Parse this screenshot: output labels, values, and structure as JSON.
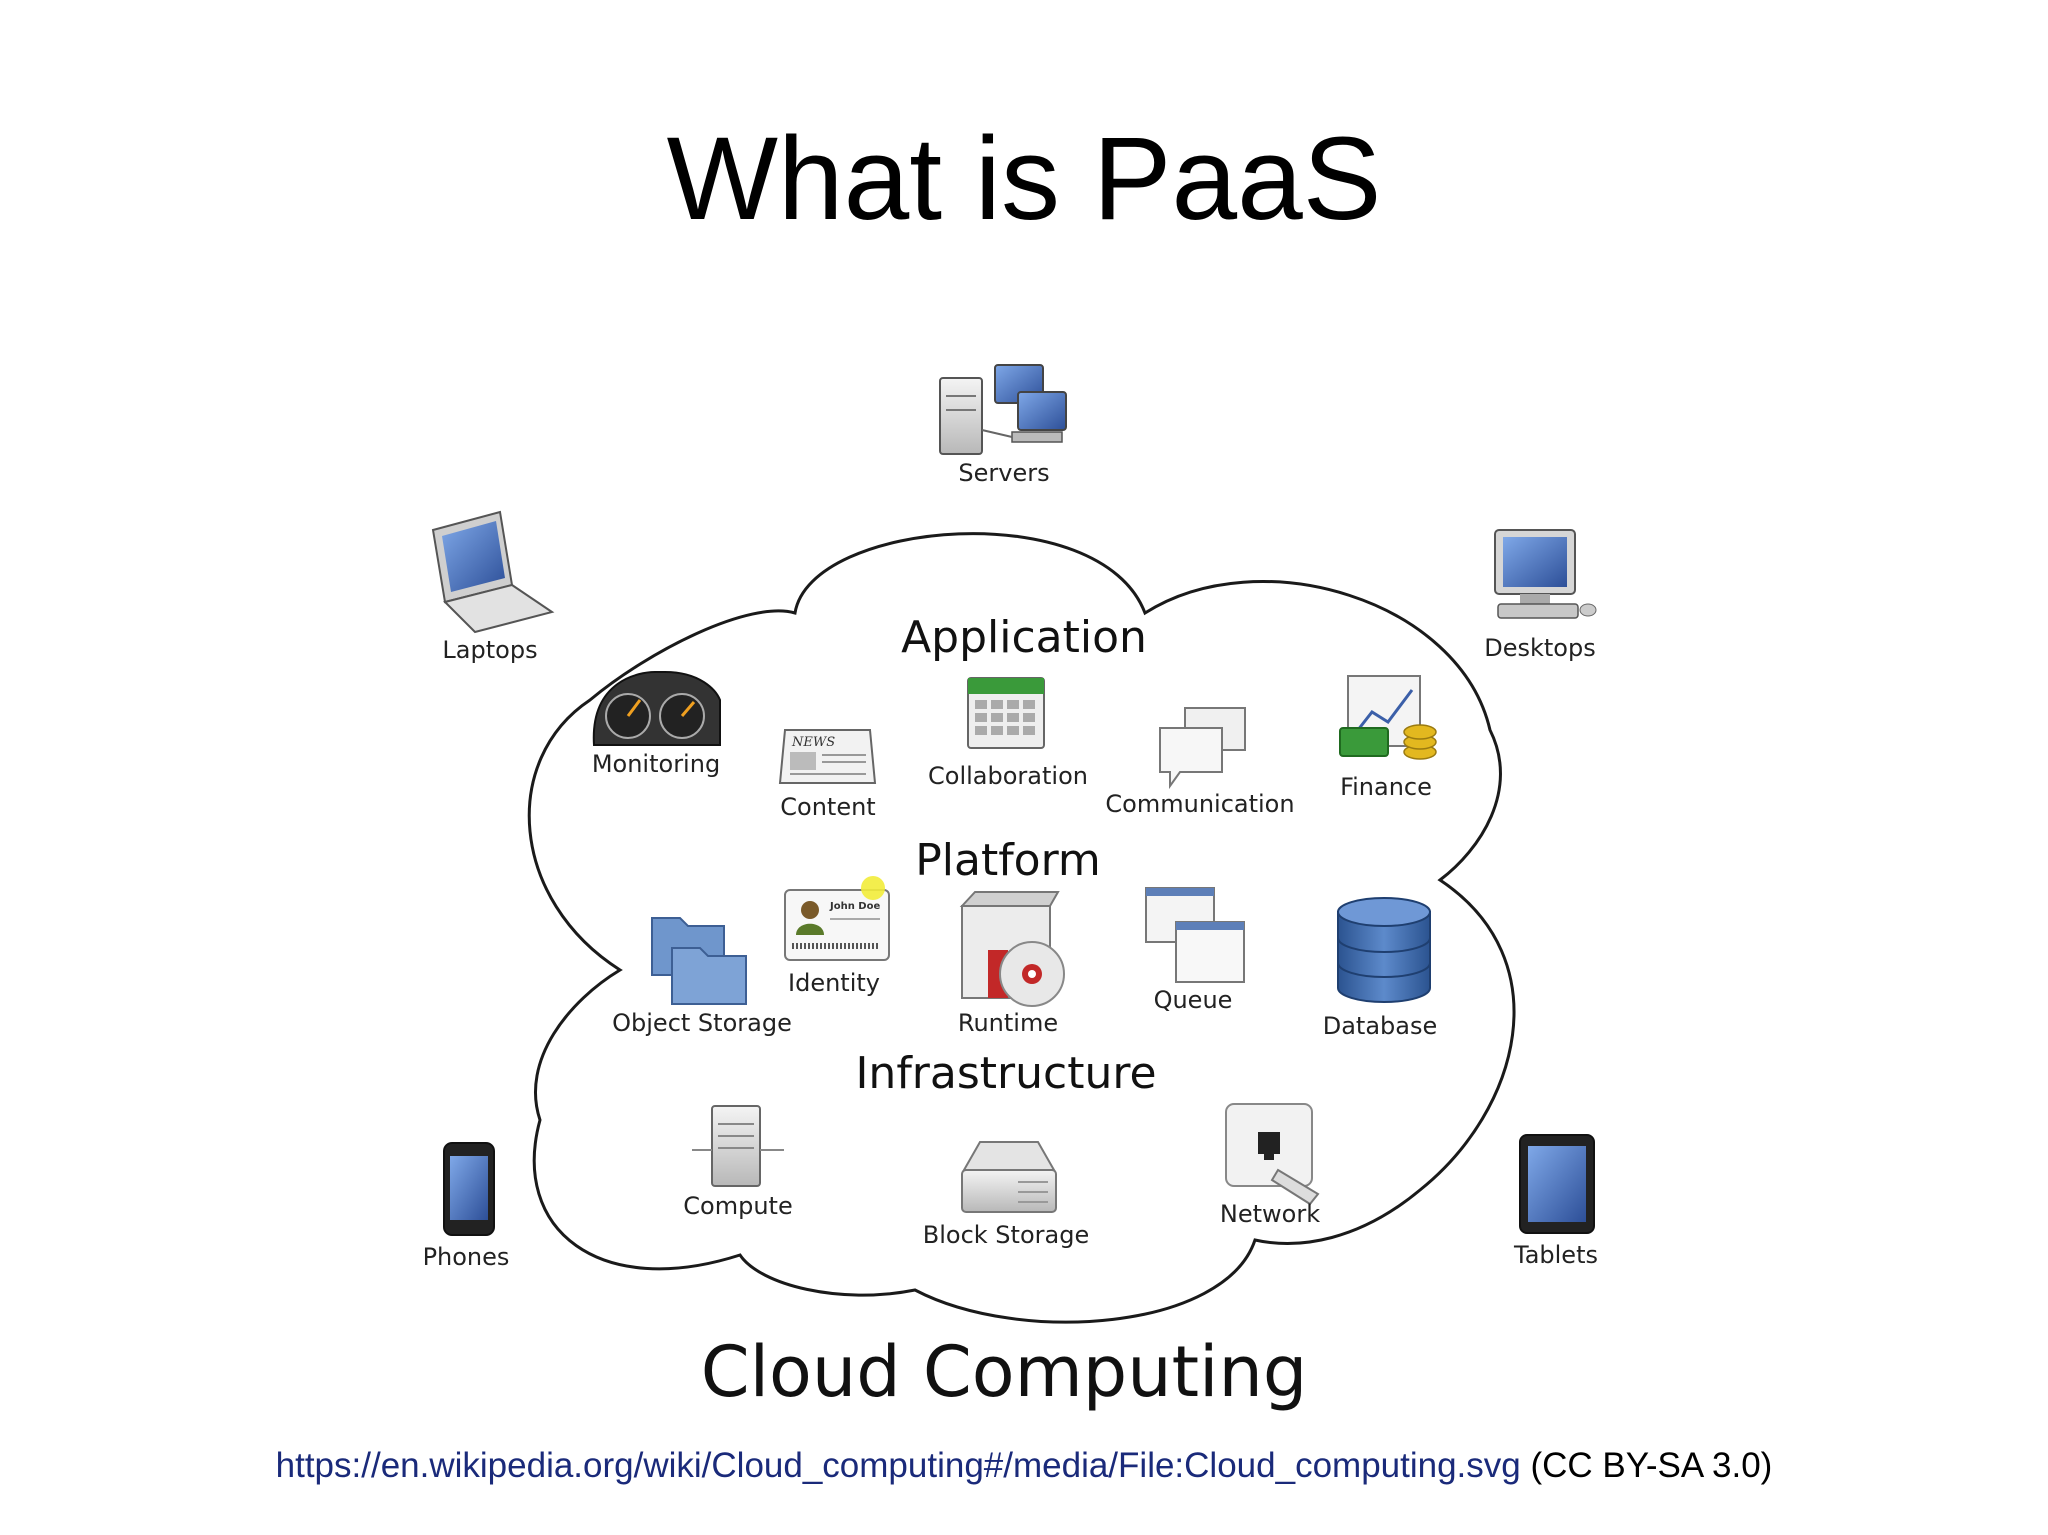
{
  "slide": {
    "title": "What is PaaS"
  },
  "diagram": {
    "title": "Cloud Computing",
    "sections": {
      "application": "Application",
      "platform": "Platform",
      "infrastructure": "Infrastructure"
    },
    "clients": {
      "servers": "Servers",
      "laptops": "Laptops",
      "desktops": "Desktops",
      "phones": "Phones",
      "tablets": "Tablets"
    },
    "application_items": {
      "monitoring": "Monitoring",
      "content": "Content",
      "collaboration": "Collaboration",
      "communication": "Communication",
      "finance": "Finance"
    },
    "platform_items": {
      "object_storage": "Object Storage",
      "identity": "Identity",
      "identity_card_name": "John Doe",
      "runtime": "Runtime",
      "queue": "Queue",
      "database": "Database"
    },
    "infrastructure_items": {
      "compute": "Compute",
      "block_storage": "Block Storage",
      "network": "Network"
    },
    "news_icon_text": "NEWS"
  },
  "footer": {
    "link_text": "https://en.wikipedia.org/wiki/Cloud_computing#/media/File:Cloud_computing.svg",
    "license": " (CC BY-SA 3.0)"
  },
  "colors": {
    "link": "#1a2a7a",
    "outline": "#1a1a1a",
    "screen_blue": "#3b5fa8",
    "folder_blue": "#6f96cc",
    "db_blue": "#3d6aa6",
    "green": "#3a9a3a",
    "coin_gold": "#e3b81f",
    "runtime_red": "#c22828"
  }
}
